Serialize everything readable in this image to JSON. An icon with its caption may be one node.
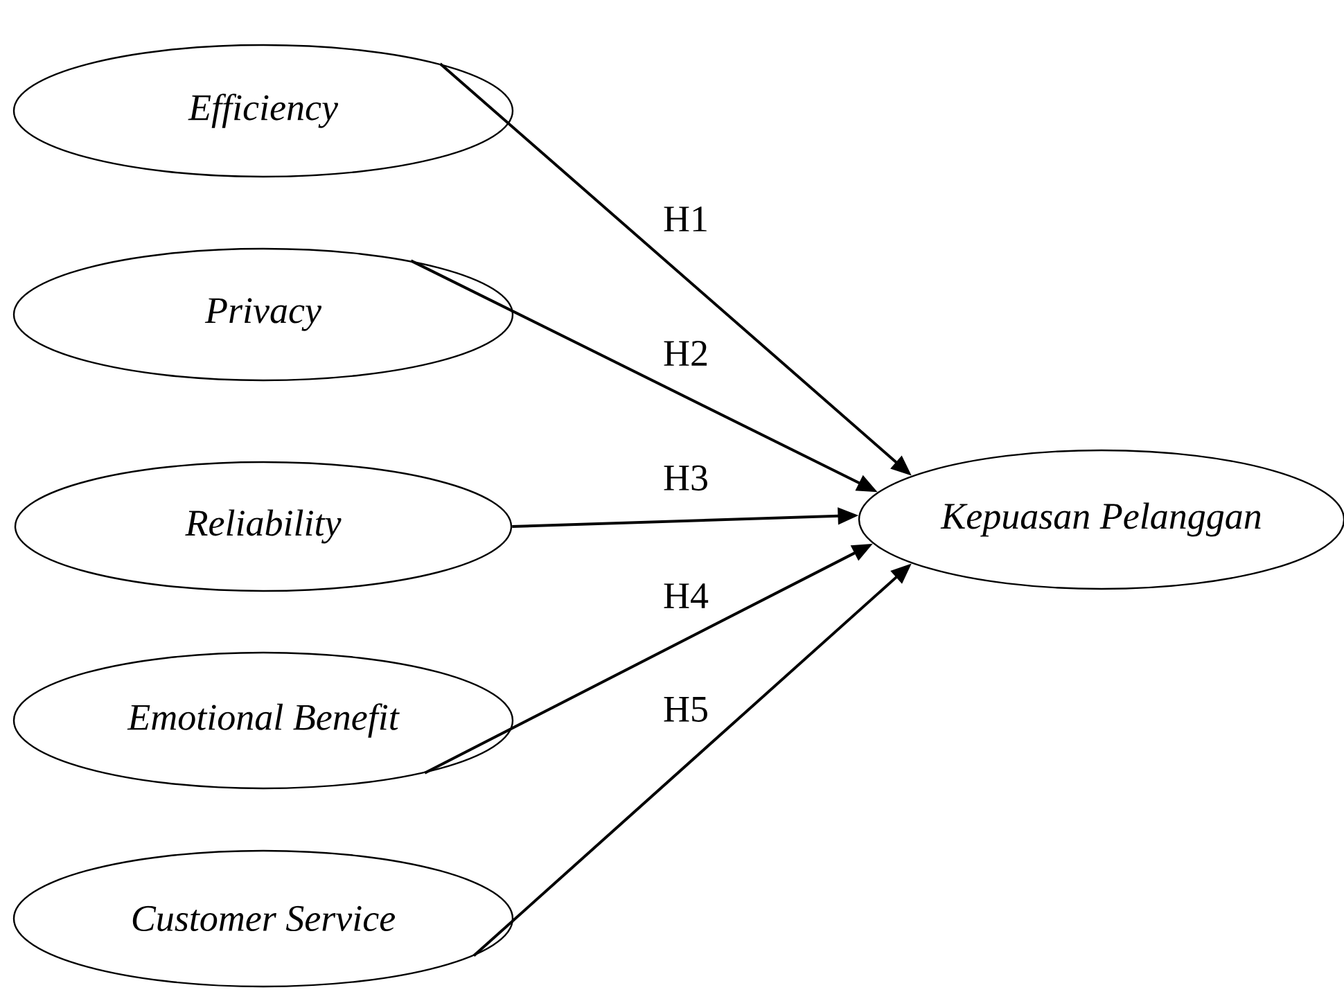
{
  "diagram": {
    "nodes": [
      {
        "text": [
          "Efficiency"
        ]
      },
      {
        "text": [
          "Privacy"
        ]
      },
      {
        "text": [
          "Reliability"
        ]
      },
      {
        "text": [
          "Emotional Benefit"
        ]
      },
      {
        "text": [
          "Customer Service"
        ]
      },
      {
        "text": [
          "Kepuasan Pelanggan"
        ]
      }
    ],
    "edges": [
      {
        "from": 0,
        "to": 5,
        "arrow": "to",
        "label": "H1"
      },
      {
        "from": 1,
        "to": 5,
        "arrow": "to",
        "label": "H2"
      },
      {
        "from": 2,
        "to": 5,
        "arrow": "to",
        "label": "H3"
      },
      {
        "from": 3,
        "to": 5,
        "arrow": "to",
        "label": "H4"
      },
      {
        "from": 4,
        "to": 5,
        "arrow": "to",
        "label": "H5"
      }
    ]
  }
}
